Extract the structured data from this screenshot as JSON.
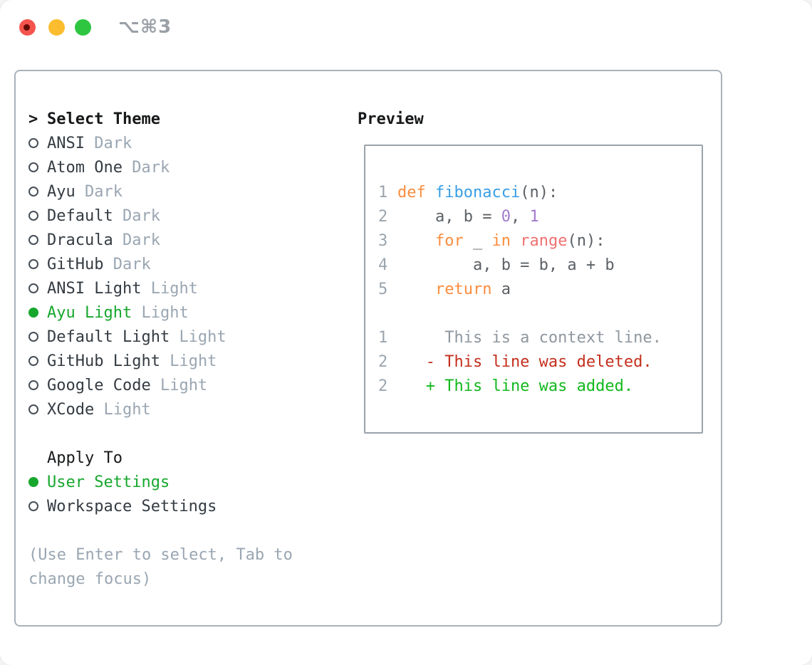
{
  "titlebar": {
    "shortcut_label": "⌥⌘3",
    "lights": [
      {
        "name": "close"
      },
      {
        "name": "minimize"
      },
      {
        "name": "zoom"
      }
    ]
  },
  "theme_picker": {
    "prompt": ">",
    "title": "Select Theme",
    "themes": [
      {
        "name": "ANSI",
        "variant": "Dark",
        "selected": false
      },
      {
        "name": "Atom One",
        "variant": "Dark",
        "selected": false
      },
      {
        "name": "Ayu",
        "variant": "Dark",
        "selected": false
      },
      {
        "name": "Default",
        "variant": "Dark",
        "selected": false
      },
      {
        "name": "Dracula",
        "variant": "Dark",
        "selected": false
      },
      {
        "name": "GitHub",
        "variant": "Dark",
        "selected": false
      },
      {
        "name": "ANSI Light",
        "variant": "Light",
        "selected": false
      },
      {
        "name": "Ayu Light",
        "variant": "Light",
        "selected": true
      },
      {
        "name": "Default Light",
        "variant": "Light",
        "selected": false
      },
      {
        "name": "GitHub Light",
        "variant": "Light",
        "selected": false
      },
      {
        "name": "Google Code",
        "variant": "Light",
        "selected": false
      },
      {
        "name": "XCode",
        "variant": "Light",
        "selected": false
      }
    ],
    "apply_to": {
      "title": "Apply To",
      "options": [
        {
          "name": "User Settings",
          "selected": true
        },
        {
          "name": "Workspace Settings",
          "selected": false
        }
      ]
    },
    "help_lines": [
      "(Use Enter to select, Tab to",
      "change focus)"
    ]
  },
  "preview": {
    "title": "Preview",
    "lines": [
      {
        "num": "1",
        "kind": "code",
        "segments": [
          [
            "def ",
            "keyword"
          ],
          [
            "fibonacci",
            "func"
          ],
          [
            "(n):",
            "fg"
          ]
        ]
      },
      {
        "num": "2",
        "kind": "code",
        "segments": [
          [
            "    a, b = ",
            "fg"
          ],
          [
            "0",
            "num"
          ],
          [
            ", ",
            "fg"
          ],
          [
            "1",
            "num"
          ]
        ]
      },
      {
        "num": "3",
        "kind": "code",
        "segments": [
          [
            "    ",
            "fg"
          ],
          [
            "for",
            "keyword"
          ],
          [
            " _ ",
            "fg"
          ],
          [
            "in",
            "keyword"
          ],
          [
            " ",
            "fg"
          ],
          [
            "range",
            "special"
          ],
          [
            "(n):",
            "fg"
          ]
        ]
      },
      {
        "num": "4",
        "kind": "code",
        "segments": [
          [
            "        a, b = b, a + b",
            "fg"
          ]
        ]
      },
      {
        "num": "5",
        "kind": "code",
        "segments": [
          [
            "    ",
            "fg"
          ],
          [
            "return",
            "keyword"
          ],
          [
            " a",
            "fg"
          ]
        ]
      },
      {
        "num": "",
        "kind": "blank",
        "segments": []
      },
      {
        "num": "1",
        "kind": "diff-context",
        "segments": [
          [
            "     This is a context line.",
            "ctx"
          ]
        ]
      },
      {
        "num": "2",
        "kind": "diff-deleted",
        "segments": [
          [
            "   - This line was deleted.",
            "del"
          ]
        ]
      },
      {
        "num": "2",
        "kind": "diff-added",
        "segments": [
          [
            "   + This line was added.",
            "add"
          ]
        ]
      }
    ]
  },
  "colors": {
    "accent": "#17a72d",
    "heading": "#16181a",
    "itemfg": "#343b42",
    "muted": "#9aa6b2",
    "radio": "#464e56",
    "borderpanel": "#a8b1ba",
    "borderbox": "#9aa2aa",
    "linenum": "#9ba5ae",
    "keyword": "#fa8d3e",
    "func": "#399ee6",
    "num": "#a37acc",
    "special": "#f07171",
    "fg": "#5c6166",
    "ctx": "#8f979f",
    "del": "#c42f1d",
    "add": "#12b91e",
    "shortcut": "#9aa0a6",
    "tlred": "#f4544d",
    "tlreddot": "#600b04",
    "tlyellow": "#fbbd2e",
    "tlgreen": "#2ec641"
  }
}
